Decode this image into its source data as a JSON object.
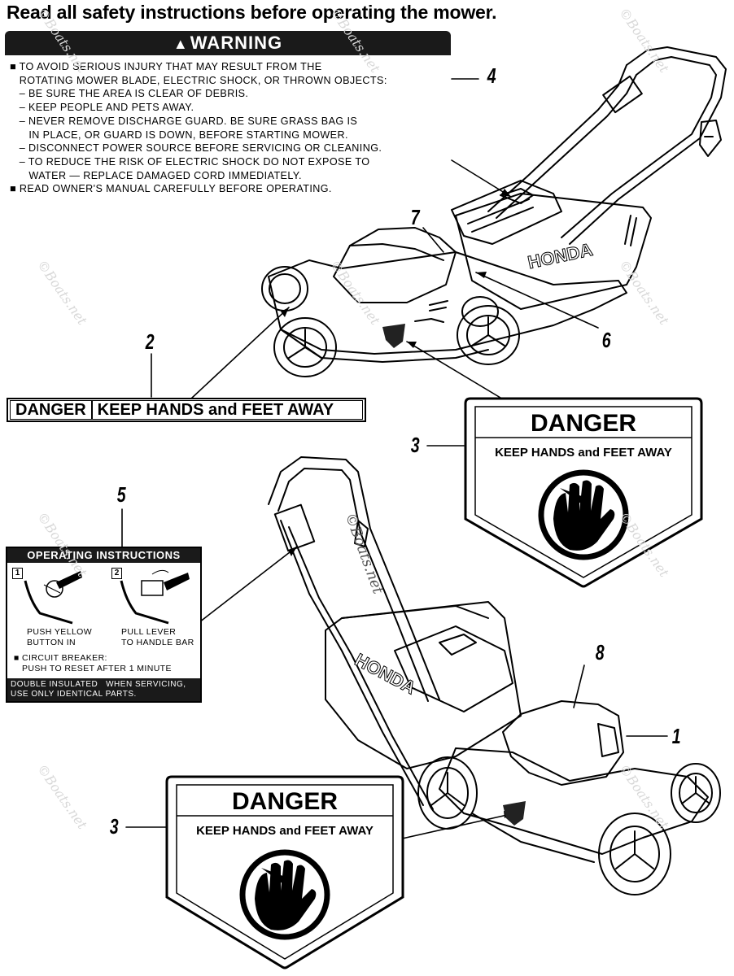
{
  "title": "Read all safety instructions before operating the mower.",
  "warning": {
    "header": "WARNING",
    "lines": [
      "■ TO AVOID SERIOUS INJURY THAT MAY RESULT FROM THE",
      "   ROTATING MOWER BLADE, ELECTRIC SHOCK, OR THROWN OBJECTS:",
      "   – BE SURE THE AREA IS CLEAR OF DEBRIS.",
      "   – KEEP PEOPLE AND PETS AWAY.",
      "   – NEVER REMOVE DISCHARGE GUARD. BE SURE GRASS BAG IS",
      "      IN PLACE, OR GUARD IS DOWN, BEFORE STARTING MOWER.",
      "   – DISCONNECT POWER SOURCE BEFORE SERVICING OR CLEANING.",
      "   – TO REDUCE THE RISK OF ELECTRIC SHOCK DO NOT EXPOSE TO",
      "      WATER — REPLACE DAMAGED CORD IMMEDIATELY.",
      "■ READ OWNER'S MANUAL CAREFULLY BEFORE OPERATING."
    ]
  },
  "callouts": {
    "c4": "4",
    "c7": "7",
    "c2": "2",
    "c6": "6",
    "c3a": "3",
    "c5": "5",
    "c8": "8",
    "c1": "1",
    "c3b": "3"
  },
  "danger_strip": {
    "left": "DANGER",
    "right": "KEEP HANDS and FEET AWAY"
  },
  "danger_sign": {
    "heading": "DANGER",
    "subtext": "KEEP HANDS and FEET AWAY"
  },
  "operating_instructions": {
    "header": "OPERATING INSTRUCTIONS",
    "step1_num": "1",
    "step2_num": "2",
    "step1_line1": "PUSH YELLOW",
    "step1_line2": "BUTTON IN",
    "step2_line1": "PULL LEVER",
    "step2_line2": "TO HANDLE BAR",
    "breaker_line1": "■ CIRCUIT BREAKER:",
    "breaker_line2": "PUSH TO RESET AFTER 1 MINUTE",
    "footer_line1": "DOUBLE INSULATED   WHEN SERVICING,",
    "footer_line2": "USE ONLY IDENTICAL PARTS."
  },
  "brand": "HONDA",
  "watermark": "©Boats.net",
  "icons": [
    "warning-triangle-icon",
    "hand-hazard-icon"
  ]
}
